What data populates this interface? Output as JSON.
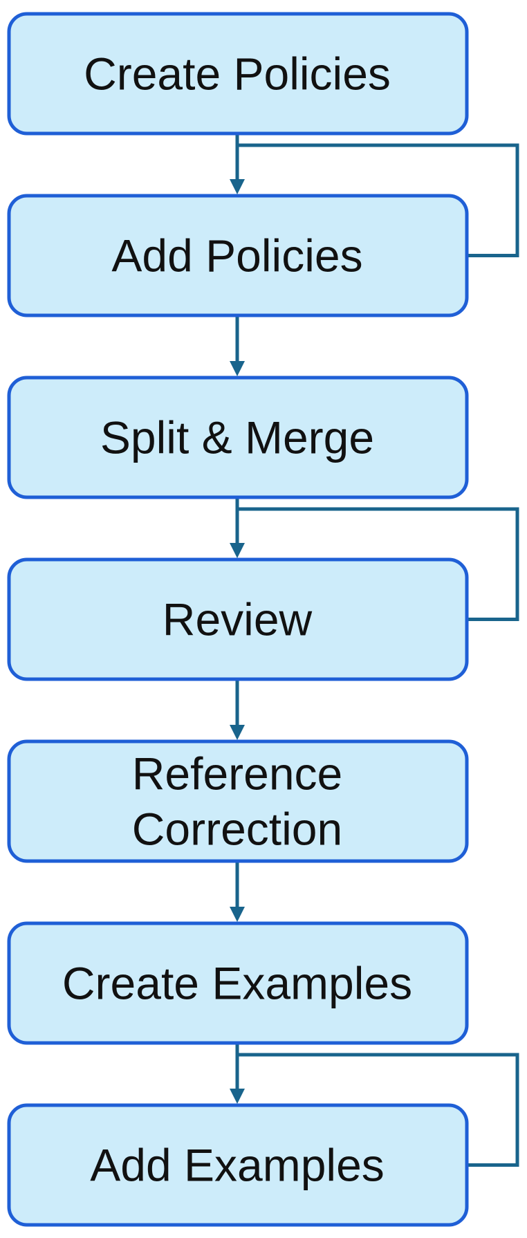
{
  "colors": {
    "box_fill": "#cdecfa",
    "box_stroke": "#1f5fd6",
    "connector": "#19648c",
    "text": "#111111"
  },
  "steps": [
    {
      "lines": [
        "Create Policies"
      ]
    },
    {
      "lines": [
        "Add Policies"
      ]
    },
    {
      "lines": [
        "Split & Merge"
      ]
    },
    {
      "lines": [
        "Review"
      ]
    },
    {
      "lines": [
        "Reference",
        "Correction"
      ]
    },
    {
      "lines": [
        "Create Examples"
      ]
    },
    {
      "lines": [
        "Add Examples"
      ]
    }
  ],
  "loops": [
    {
      "from_step": 1,
      "to_step": 1
    },
    {
      "from_step": 3,
      "to_step": 3
    },
    {
      "from_step": 6,
      "to_step": 6
    }
  ]
}
